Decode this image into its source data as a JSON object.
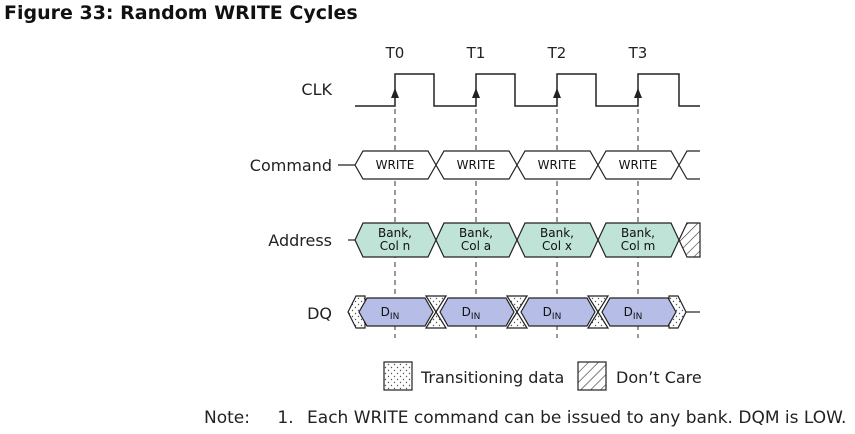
{
  "figure": {
    "title": "Figure 33: Random WRITE Cycles"
  },
  "clock": {
    "label": "CLK",
    "ticks": [
      "T0",
      "T1",
      "T2",
      "T3"
    ]
  },
  "signals": {
    "command": {
      "label": "Command",
      "cells": [
        "WRITE",
        "WRITE",
        "WRITE",
        "WRITE"
      ]
    },
    "address": {
      "label": "Address",
      "cells": [
        {
          "line1": "Bank,",
          "line2": "Col n"
        },
        {
          "line1": "Bank,",
          "line2": "Col a"
        },
        {
          "line1": "Bank,",
          "line2": "Col x"
        },
        {
          "line1": "Bank,",
          "line2": "Col m"
        }
      ]
    },
    "dq": {
      "label": "DQ",
      "cell_main": "D",
      "cell_sub": "IN",
      "count": 4
    }
  },
  "legend": {
    "transitioning": "Transitioning data",
    "dont_care": "Don’t Care"
  },
  "note": {
    "tag": "Note:",
    "number": "1.",
    "text": "Each WRITE command can be issued to any bank. DQM is LOW."
  },
  "colors": {
    "address_fill": "#bfe3d6",
    "dq_fill": "#b6bde6",
    "stroke": "#222222"
  }
}
